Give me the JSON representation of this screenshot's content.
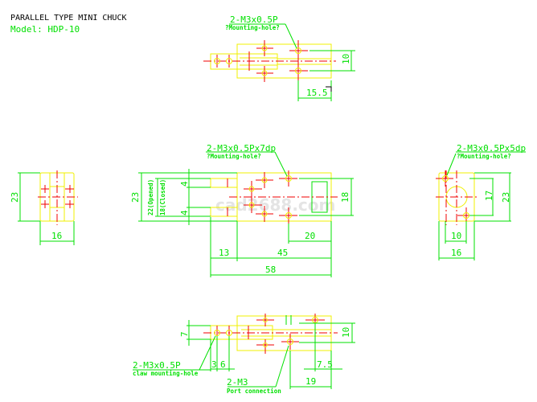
{
  "title": "PARALLEL TYPE MINI CHUCK",
  "model": "Model: HDP-10",
  "watermark": "cad2688.com",
  "top_view": {
    "hole_label": "2-M3x0.5P",
    "hole_note": "?Mounting-hole?",
    "dim_height": "10",
    "dim_offset": "15.5"
  },
  "front_view": {
    "hole_label": "2-M3x0.5Px7dp",
    "hole_note": "?Mounting-hole?",
    "dim_height": "23",
    "dim_opened": "22(Opened)",
    "dim_closed": "18(Closed)",
    "dim_jaw_top": "4",
    "dim_jaw_bottom": "4",
    "dim_right": "18",
    "dim_20": "20",
    "dim_13": "13",
    "dim_45": "45",
    "dim_58": "58"
  },
  "left_view": {
    "dim_height": "23",
    "dim_width": "16"
  },
  "right_view": {
    "hole_label": "2-M3x0.5Px5dp",
    "hole_note": "?Mounting-hole?",
    "dim_17": "17",
    "dim_23": "23",
    "dim_10": "10",
    "dim_16": "16"
  },
  "bottom_view": {
    "dim_7": "7",
    "dim_10": "10",
    "claw_label": "2-M3x0.5P",
    "claw_note": "claw mounting-hole",
    "dim_3": "3",
    "dim_6": "6",
    "dim_7_5": "7.5",
    "port_label": "2-M3",
    "port_note": "Port connection",
    "dim_19": "19"
  }
}
